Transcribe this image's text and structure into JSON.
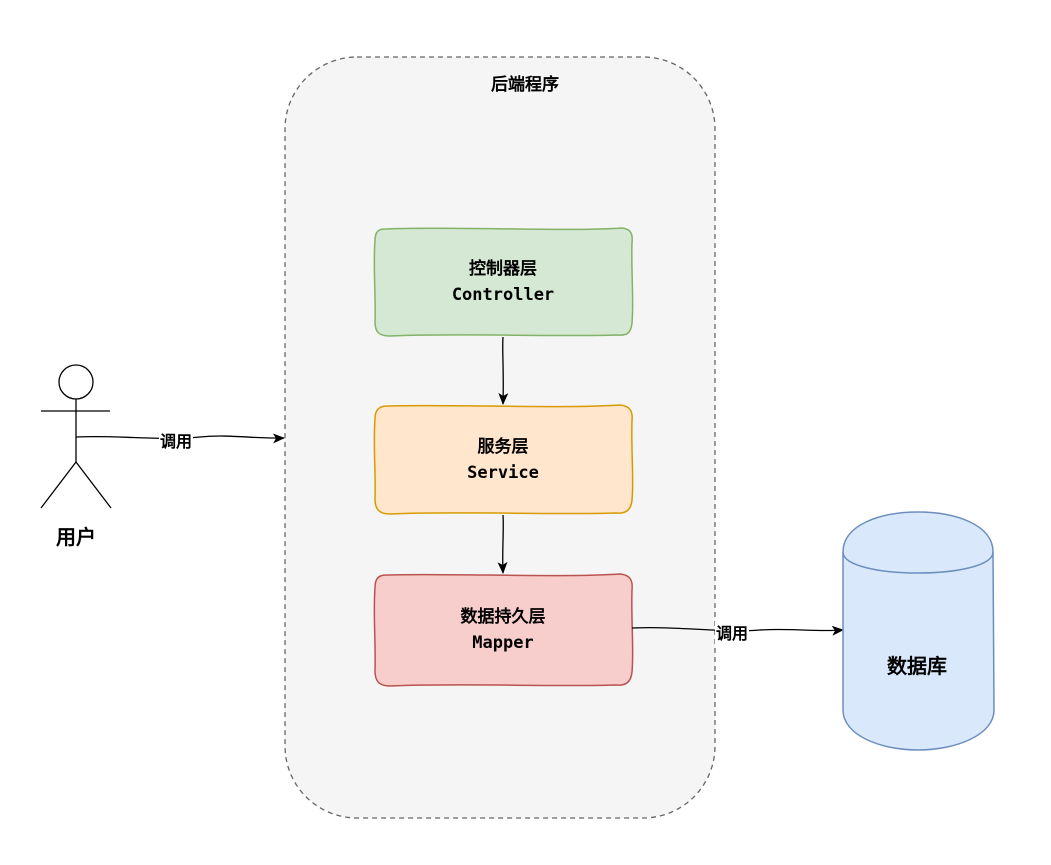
{
  "container": {
    "title": "后端程序",
    "fill": "#f5f5f5",
    "stroke": "#666666"
  },
  "layers": [
    {
      "name_cn": "控制器层",
      "name_en": "Controller",
      "fill": "#d5e8d4",
      "stroke": "#82b366"
    },
    {
      "name_cn": "服务层",
      "name_en": "Service",
      "fill": "#ffe6cc",
      "stroke": "#d79b00"
    },
    {
      "name_cn": "数据持久层",
      "name_en": "Mapper",
      "fill": "#f8cecc",
      "stroke": "#b85450"
    }
  ],
  "actor": {
    "label": "用户",
    "icon": "stick-figure-icon"
  },
  "database": {
    "label": "数据库",
    "fill": "#dae8fc",
    "stroke": "#6c8ebf"
  },
  "edges": {
    "user_to_backend": "调用",
    "mapper_to_db": "调用"
  }
}
